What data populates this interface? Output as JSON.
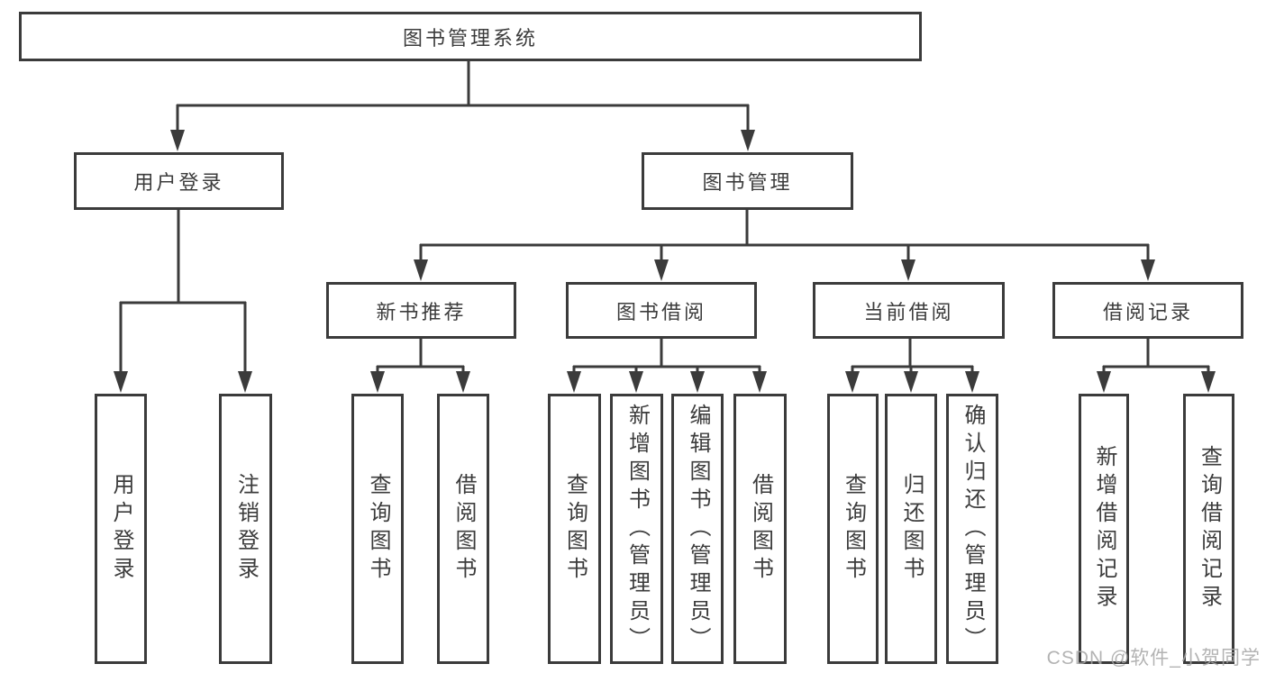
{
  "tree": {
    "label": "图书管理系统",
    "children": [
      {
        "label": "用户登录",
        "children": [
          {
            "label": "用户登录"
          },
          {
            "label": "注销登录"
          }
        ]
      },
      {
        "label": "图书管理",
        "children": [
          {
            "label": "新书推荐",
            "children": [
              {
                "label": "查询图书"
              },
              {
                "label": "借阅图书"
              }
            ]
          },
          {
            "label": "图书借阅",
            "children": [
              {
                "label": "查询图书"
              },
              {
                "label": "新增图书（管理员）"
              },
              {
                "label": "编辑图书（管理员）"
              },
              {
                "label": "借阅图书"
              }
            ]
          },
          {
            "label": "当前借阅",
            "children": [
              {
                "label": "查询图书"
              },
              {
                "label": "归还图书"
              },
              {
                "label": "确认归还（管理员）"
              }
            ]
          },
          {
            "label": "借阅记录",
            "children": [
              {
                "label": "新增借阅记录"
              },
              {
                "label": "查询借阅记录"
              }
            ]
          }
        ]
      }
    ]
  },
  "watermark": "CSDN @软件_小贺同学",
  "colors": {
    "line": "#3b3b3b",
    "fill": "#ffffff",
    "text": "#3c3c3c",
    "watermark": "#a6a6a6"
  }
}
